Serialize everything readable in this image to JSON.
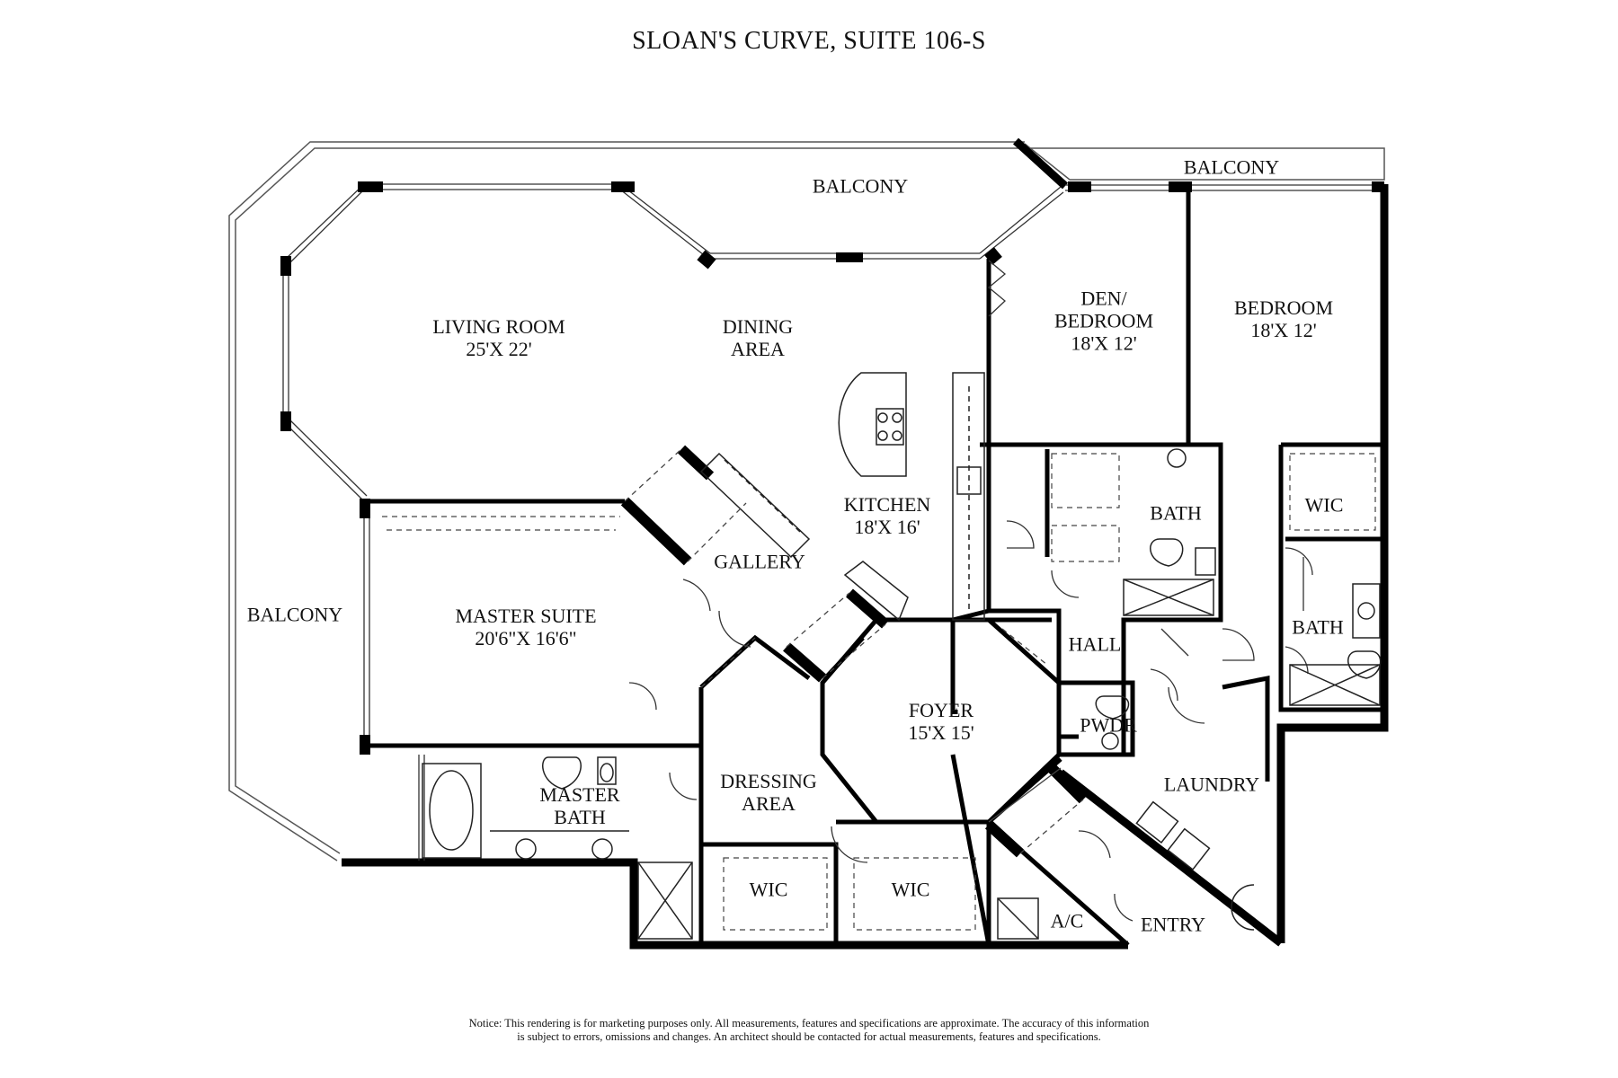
{
  "title": "SLOAN'S CURVE, SUITE 106-S",
  "rooms": {
    "balcony_top": {
      "name": "BALCONY"
    },
    "balcony_top_right": {
      "name": "BALCONY"
    },
    "balcony_left": {
      "name": "BALCONY"
    },
    "living_room": {
      "name": "LIVING ROOM",
      "dim": "25'X 22'"
    },
    "dining_area": {
      "name": "DINING",
      "name2": "AREA"
    },
    "den_bedroom": {
      "name": "DEN/",
      "name2": "BEDROOM",
      "dim": "18'X 12'"
    },
    "bedroom": {
      "name": "BEDROOM",
      "dim": "18'X 12'"
    },
    "kitchen": {
      "name": "KITCHEN",
      "dim": "18'X 16'"
    },
    "gallery": {
      "name": "GALLERY"
    },
    "bath_1": {
      "name": "BATH"
    },
    "bath_2": {
      "name": "BATH"
    },
    "wic_bedroom": {
      "name": "WIC"
    },
    "master_suite": {
      "name": "MASTER SUITE",
      "dim": "20'6\"X 16'6\""
    },
    "hall": {
      "name": "HALL"
    },
    "foyer": {
      "name": "FOYER",
      "dim": "15'X 15'"
    },
    "pwdr": {
      "name": "PWDR"
    },
    "laundry": {
      "name": "LAUNDRY"
    },
    "master_bath": {
      "name": "MASTER",
      "name2": "BATH"
    },
    "dressing_area": {
      "name": "DRESSING",
      "name2": "AREA"
    },
    "wic_left": {
      "name": "WIC"
    },
    "wic_right": {
      "name": "WIC"
    },
    "ac": {
      "name": "A/C"
    },
    "entry": {
      "name": "ENTRY"
    }
  },
  "notice": {
    "line1": "Notice: This rendering is for marketing purposes only. All measurements, features and specifications are approximate. The accuracy of this information",
    "line2": "is subject to errors, omissions and changes. An architect should be contacted for actual measurements, features and specifications."
  },
  "colors": {
    "wall": "#000000",
    "line": "#222222",
    "background": "#ffffff"
  }
}
